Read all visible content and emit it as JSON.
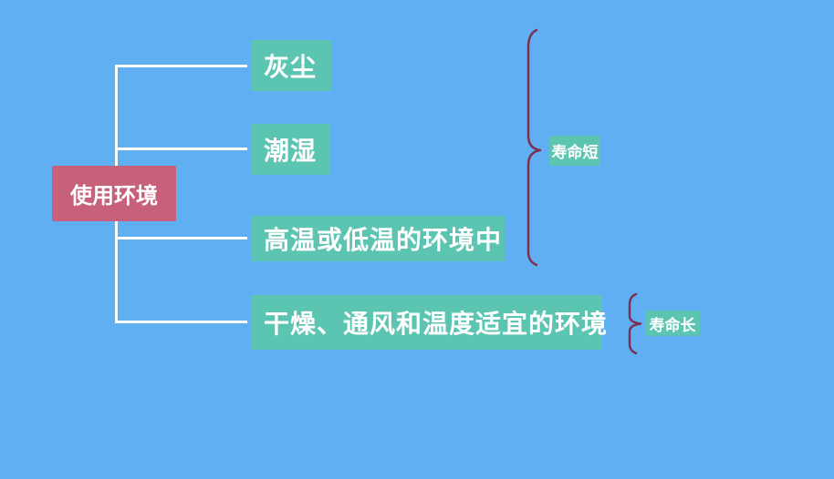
{
  "diagram": {
    "type": "mindmap-right-tree",
    "root": {
      "label": "使用环境"
    },
    "children": [
      {
        "label": "灰尘"
      },
      {
        "label": "潮湿"
      },
      {
        "label": "高温或低温的环境中"
      },
      {
        "label": "干燥、通风和温度适宜的环境"
      }
    ],
    "summaries": [
      {
        "label": "寿命短",
        "applies_to_children": [
          0,
          1,
          2
        ]
      },
      {
        "label": "寿命长",
        "applies_to_children": [
          3
        ]
      }
    ],
    "colors": {
      "background": "#60AFF2",
      "root_node": "#C7617A",
      "child_node": "#5CC5B2",
      "summary_node": "#5CC5B2",
      "brace": "#7D3150",
      "connector": "#FFFFFF",
      "text": "#FFFFFF"
    }
  }
}
